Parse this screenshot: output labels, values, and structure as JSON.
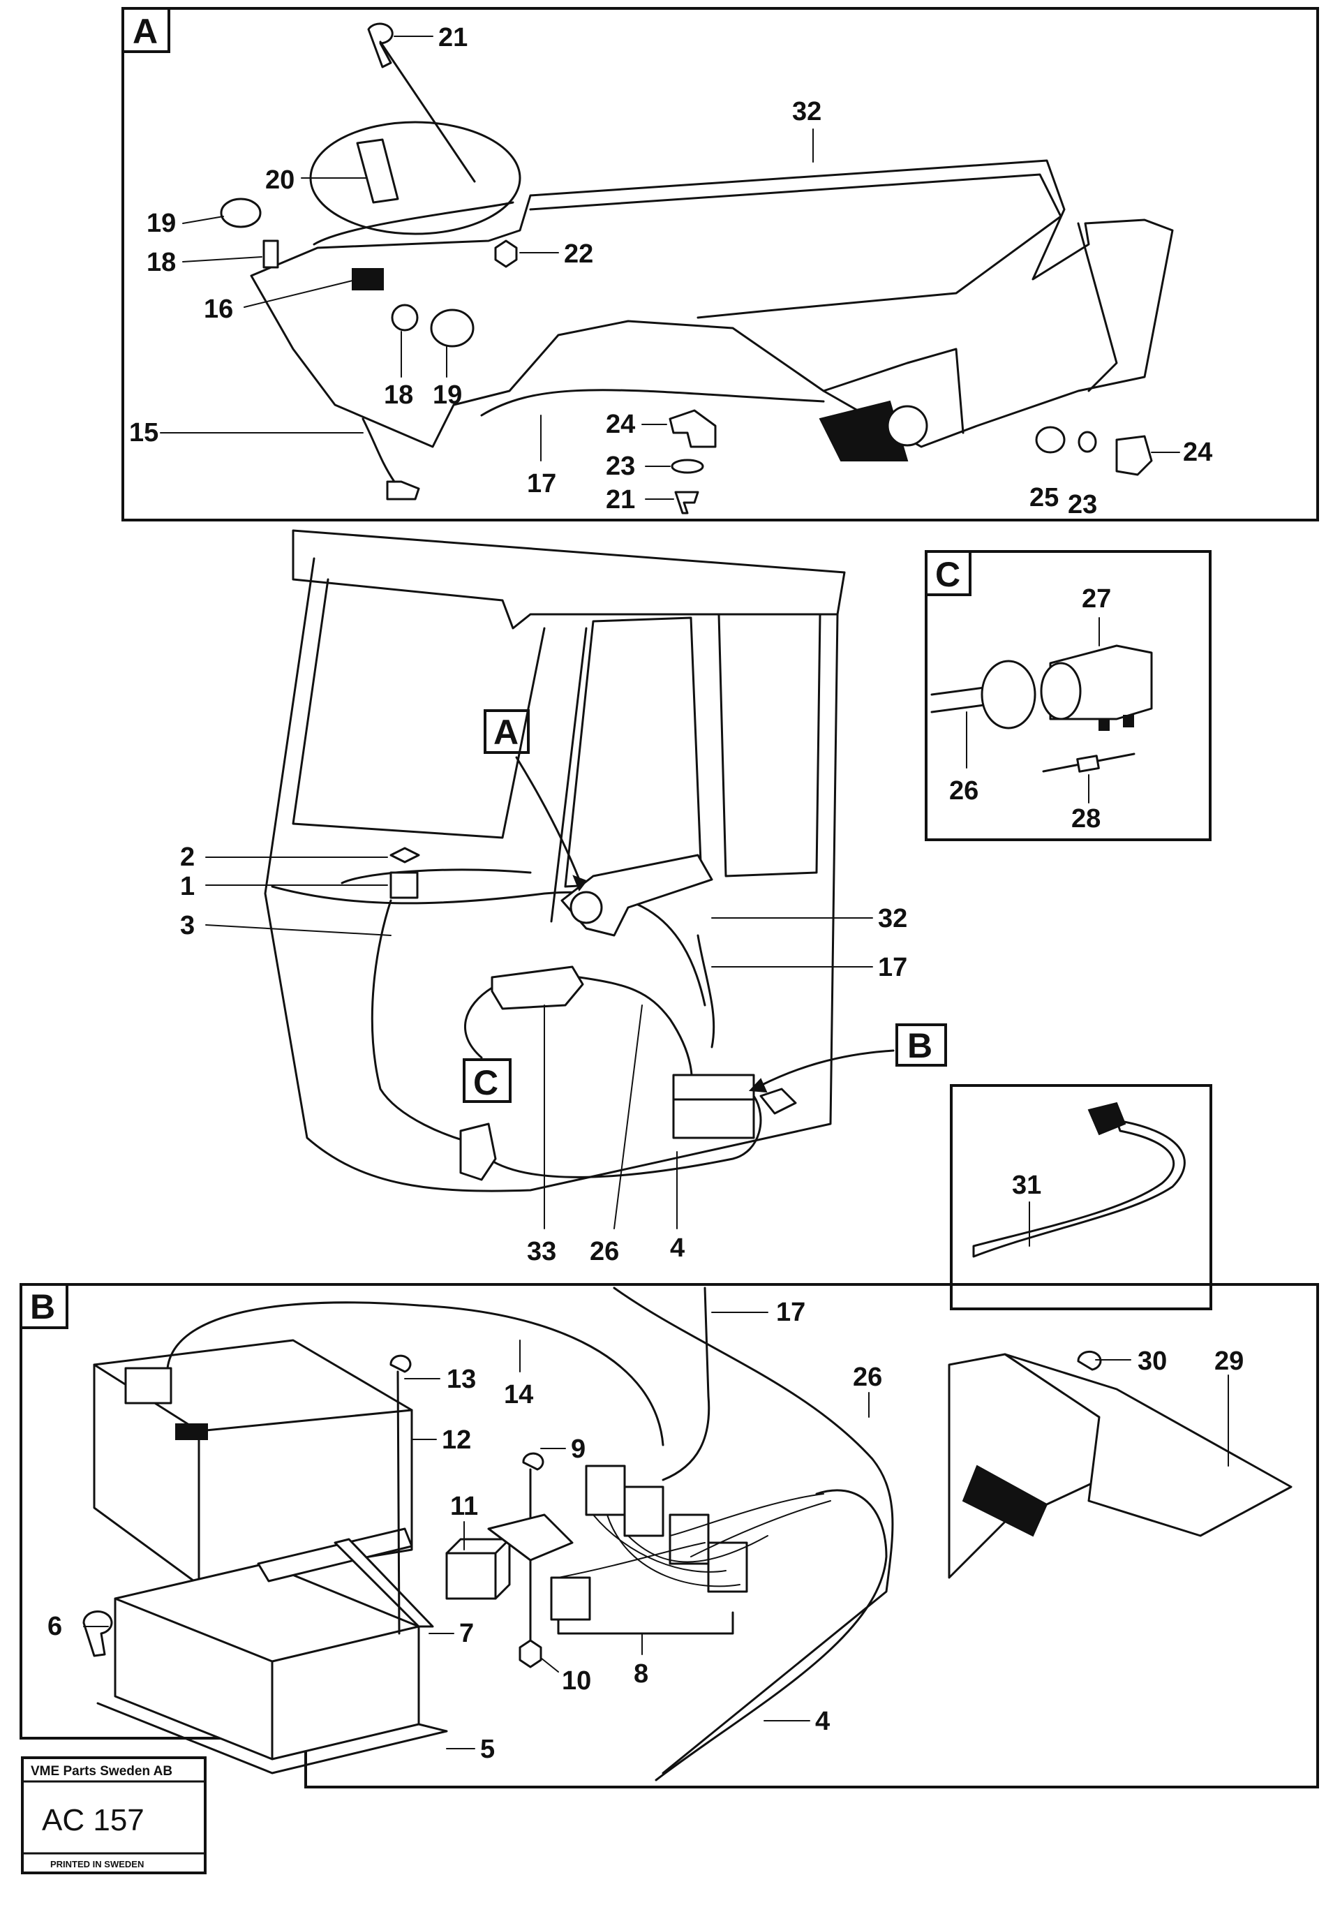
{
  "panels": {
    "A": {
      "letter": "A",
      "labels": [
        "21",
        "32",
        "20",
        "19",
        "18",
        "22",
        "16",
        "18",
        "19",
        "15",
        "17",
        "24",
        "23",
        "21",
        "25",
        "23",
        "24"
      ]
    },
    "C": {
      "letter": "C",
      "labels": [
        "27",
        "26",
        "28"
      ]
    },
    "main": {
      "labels": [
        "2",
        "1",
        "3",
        "32",
        "17",
        "33",
        "26",
        "4"
      ],
      "callouts": [
        "A",
        "B",
        "C"
      ]
    },
    "D": {
      "labels": [
        "31"
      ]
    },
    "B": {
      "letter": "B",
      "labels": [
        "13",
        "14",
        "17",
        "26",
        "30",
        "29",
        "12",
        "9",
        "11",
        "6",
        "7",
        "8",
        "10",
        "5",
        "4"
      ]
    }
  },
  "stamp": {
    "company": "VME Parts Sweden AB",
    "code": "AC 157",
    "printed": "PRINTED IN SWEDEN"
  }
}
